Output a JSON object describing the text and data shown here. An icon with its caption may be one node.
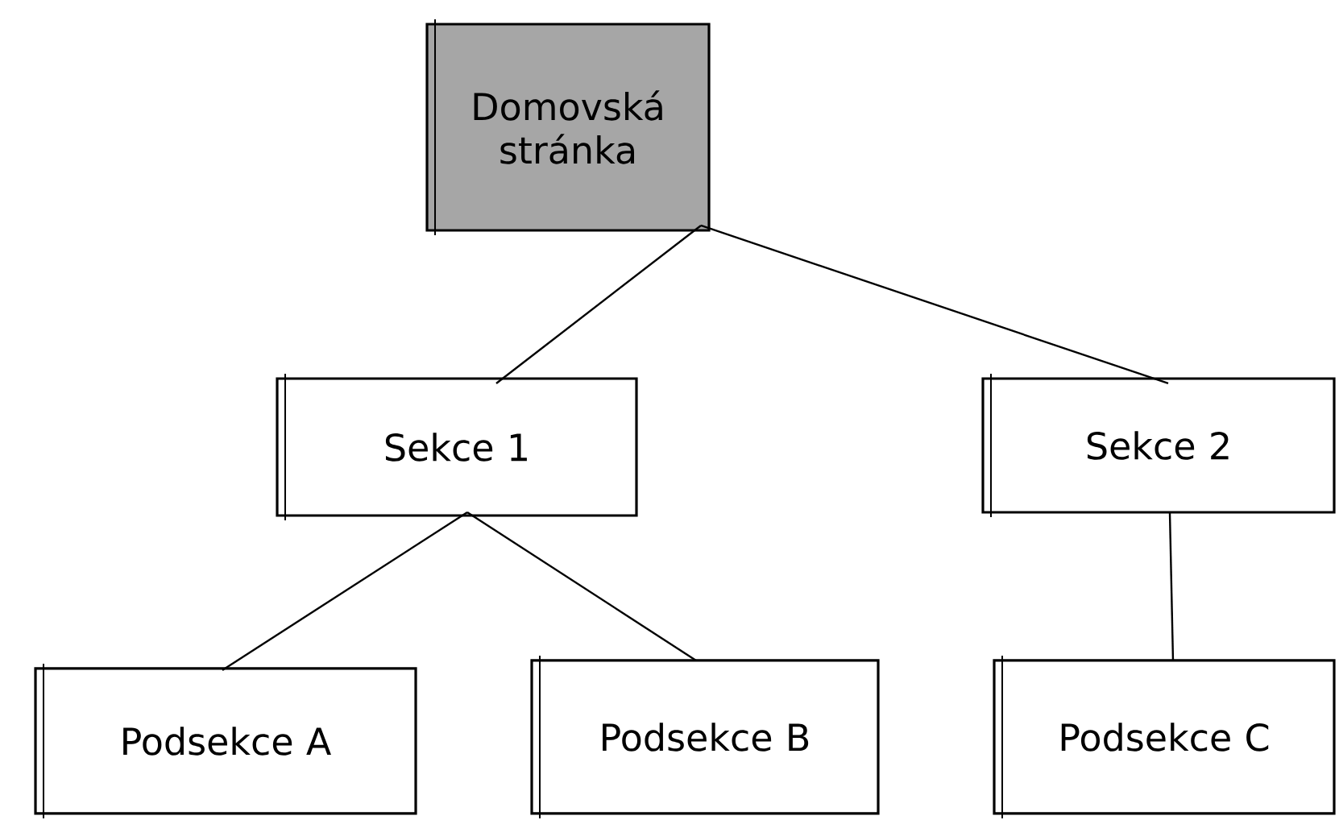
{
  "diagram": {
    "nodes": [
      {
        "text": [
          "Domovská stránka"
        ]
      },
      {
        "text": [
          "Sekce 1"
        ]
      },
      {
        "text": [
          "Sekce 2"
        ]
      },
      {
        "text": [
          "Podsekce A"
        ]
      },
      {
        "text": [
          "Podsekce B"
        ]
      },
      {
        "text": [
          "Podsekce C"
        ]
      }
    ],
    "edges": [
      {
        "from": 0,
        "to": 1,
        "arrow": "none"
      },
      {
        "from": 0,
        "to": 2,
        "arrow": "none"
      },
      {
        "from": 1,
        "to": 3,
        "arrow": "none"
      },
      {
        "from": 1,
        "to": 4,
        "arrow": "none"
      },
      {
        "from": 2,
        "to": 5,
        "arrow": "none"
      }
    ]
  }
}
